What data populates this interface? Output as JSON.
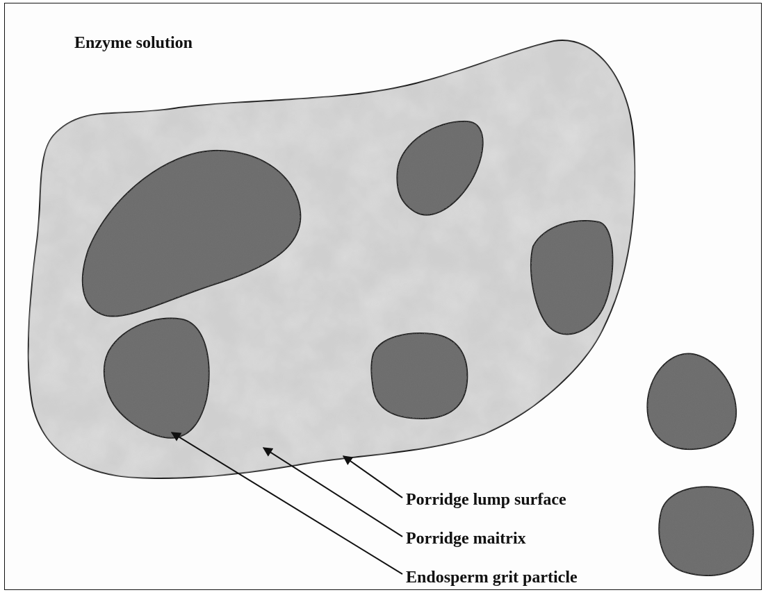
{
  "labels": {
    "title": "Enzyme solution",
    "lump_surface": "Porridge lump surface",
    "matrix": "Porridge maitrix",
    "grit": "Endosperm grit particle"
  },
  "colors": {
    "matrix_fill": "#bdbdbd",
    "grit_fill": "#6e6e6e",
    "outline": "#1a1a1a",
    "ghost_text": "#c9c9c9"
  }
}
